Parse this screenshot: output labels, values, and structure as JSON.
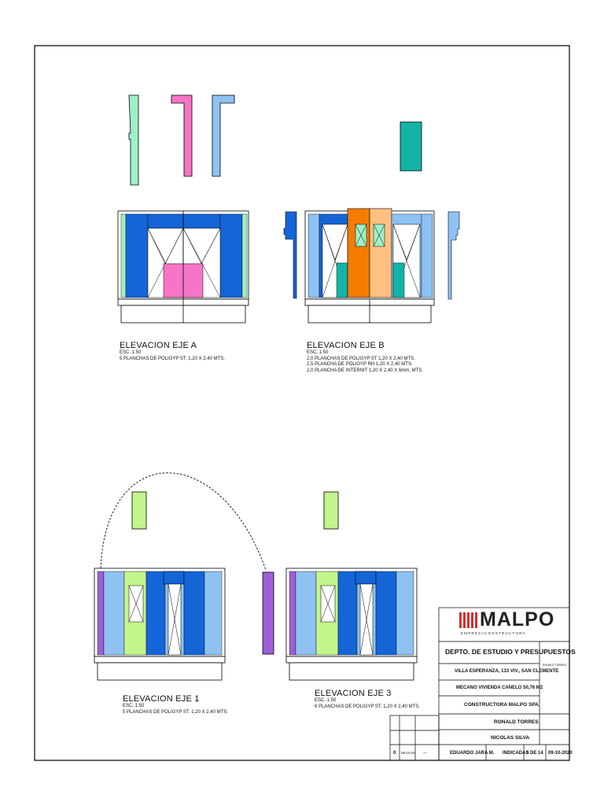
{
  "elevations": [
    {
      "id": "a",
      "title": "ELEVACION EJE   A",
      "scale": "ESC. 1:50",
      "notes": [
        "5 PLANCHAS DE POLIGYP ST. 1,20 X 2,40 MTS."
      ]
    },
    {
      "id": "b",
      "title": "ELEVACION EJE   B",
      "scale": "ESC. 1:50",
      "notes": [
        "2,0 PLANCHAS DE POLIGYP ST 1,20 X 2,40 MTS.",
        "2,5 PLANCHA DE POLIGYP RH 1,20 X 2,40 MTS.",
        "2,0 PLANCHA DE INTERNIT 1,20 X 2,40 X 6mm, MTS."
      ]
    },
    {
      "id": "1",
      "title": "ELEVACION EJE   1",
      "scale": "ESC. 1:50",
      "notes": [
        "5 PLANCHAS DE POLIGYP ST. 1,20 X 2,40 MTS."
      ]
    },
    {
      "id": "3",
      "title": "ELEVACION EJE   3",
      "scale": "ESC. 1:50",
      "notes": [
        "6 PLANCHAS DE POLIGYP ST. 1,20 X 2,40 MTS."
      ]
    }
  ],
  "title_block": {
    "logo": "MALPO",
    "logo_tagline": "E M P R E S A     C O N S T R U C T O R A",
    "department": "DEPTO. DE ESTUDIO Y PRESUPUESTOS",
    "location": "VILLA ESPERANZA, 133 VIV., SAN CLEMENTE",
    "project": "MECANO VIVIENDA CANELO 50,76 M2",
    "owner": "CONSTRUCTORA MALPO SPA.",
    "designer": "RONALD TORRES",
    "collaborator": "NICOLAS SILVA",
    "drawn_by": "EDUARDO JARA M.",
    "scale": "INDICADAS",
    "sheet": "5 DE 14",
    "date": "09-10-2020",
    "right_col": [
      "RONALD TORRES"
    ],
    "revision_row": {
      "rev": "0",
      "date": "09-10-20",
      "desc": "---"
    }
  },
  "colors": {
    "blue_dark": "#1565d8",
    "blue_light": "#8ec2f2",
    "green_light": "#9ff0c8",
    "pink": "#f575c6",
    "teal": "#13b3a8",
    "orange": "#f57c00",
    "peach": "#ffc080",
    "lime": "#c3f58c",
    "purple": "#9d5fd6",
    "red": "#d32f2f"
  }
}
